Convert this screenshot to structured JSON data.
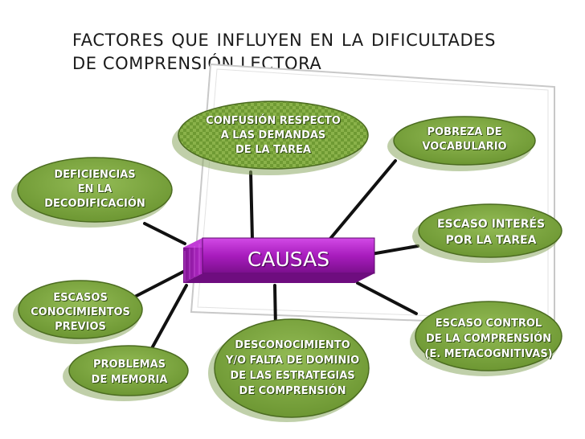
{
  "title_line1": "FACTORES QUE INFLUYEN EN LA DIFICULTADES",
  "title_line2": "DE COMPRENSIÓN LECTORA",
  "center_label": "CAUSAS",
  "colors": {
    "node_green": "#7aa33b",
    "node_green_dark": "#4b6b20",
    "center_purple": "#b01fc4",
    "connector": "#111111"
  },
  "causes": {
    "confusion": "CONFUSIÓN RESPECTO\nA LAS DEMANDAS\nDE LA TAREA",
    "vocabulario": "POBREZA DE\nVOCABULARIO",
    "decodificacion": "DEFICIENCIAS\nEN LA\nDECODIFICACIÓN",
    "interes": "ESCASO INTERÉS\nPOR LA TAREA",
    "conocimientos": "ESCASOS\nCONOCIMIENTOS\nPREVIOS",
    "control": "ESCASO CONTROL\nDE LA COMPRENSIÓN\n(E. METACOGNITIVAS)",
    "memoria": "PROBLEMAS\nDE MEMORIA",
    "estrategias": "DESCONOCIMIENTO\nY/O FALTA DE DOMINIO\nDE LAS ESTRATEGIAS\nDE COMPRENSIÓN"
  }
}
